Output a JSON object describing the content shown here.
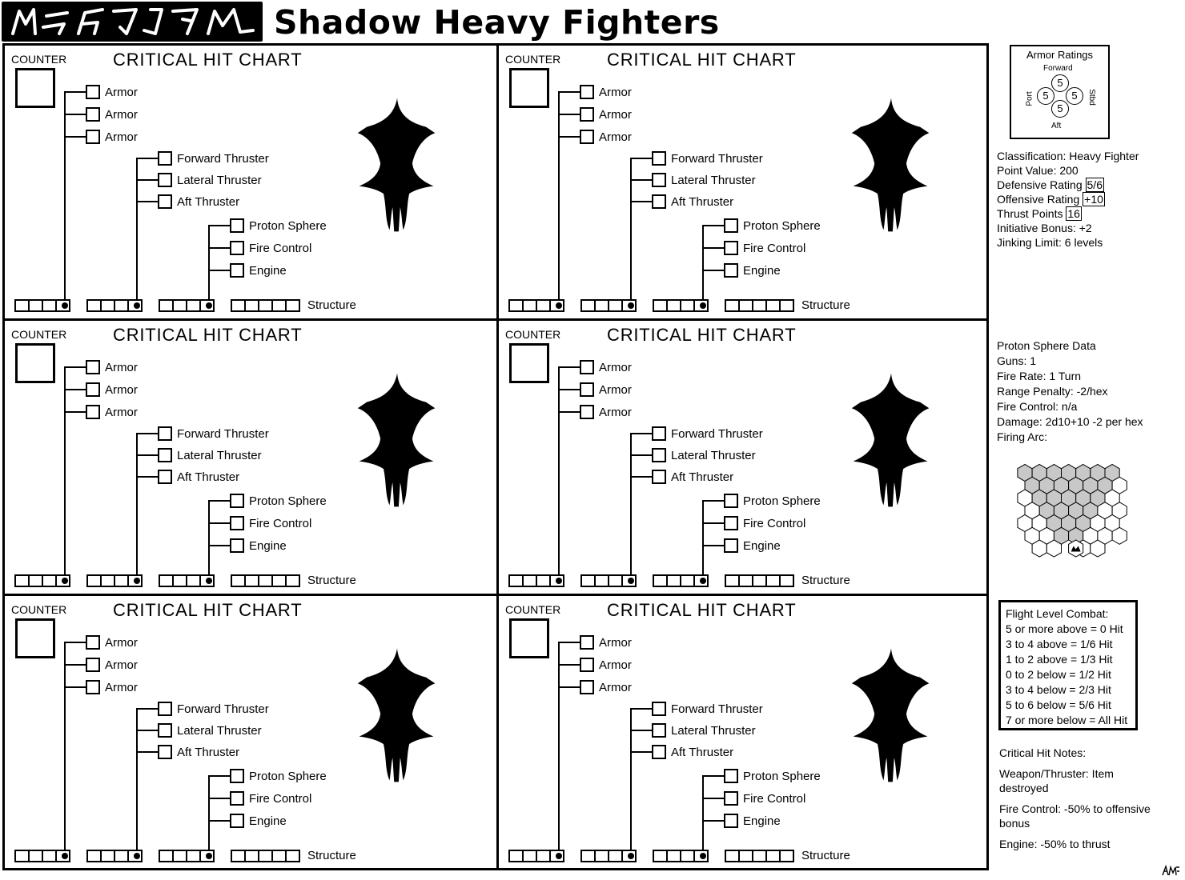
{
  "header": {
    "logo_text": "MIFFTIN",
    "title": "Shadow Heavy Fighters"
  },
  "panel": {
    "counter_label": "COUNTER",
    "title": "CRITICAL HIT CHART",
    "crit_items": [
      "Armor",
      "Armor",
      "Armor",
      "Forward Thruster",
      "Lateral Thruster",
      "Aft Thruster",
      "Proton Sphere",
      "Fire Control",
      "Engine"
    ],
    "structure_label": "Structure"
  },
  "panels": [
    {
      "id": 1
    },
    {
      "id": 2
    },
    {
      "id": 3
    },
    {
      "id": 4
    },
    {
      "id": 5
    },
    {
      "id": 6
    }
  ],
  "armor_ratings": {
    "title": "Armor Ratings",
    "forward_label": "Forward",
    "aft_label": "Aft",
    "port_label": "Port",
    "stbd_label": "Stbd",
    "forward": "5",
    "port": "5",
    "starboard": "5",
    "aft": "5"
  },
  "stats": {
    "classification": "Classification:  Heavy Fighter",
    "point_value": "Point Value: 200",
    "defensive_label": "Defensive Rating",
    "defensive_value": "5/6",
    "offensive_label": "Offensive Rating",
    "offensive_value": "+10",
    "thrust_label": "Thrust Points",
    "thrust_value": "16",
    "initiative": "Initiative Bonus: +2",
    "jinking": "Jinking Limit: 6 levels"
  },
  "proton": {
    "title": "Proton Sphere Data",
    "guns": "Guns: 1",
    "fire_rate": "Fire Rate: 1 Turn",
    "range_penalty": "Range Penalty: -2/hex",
    "fire_control": "Fire Control: n/a",
    "damage": "Damage: 2d10+10 -2 per hex",
    "firing_arc": "Firing Arc:"
  },
  "flight_level": {
    "title": "Flight Level Combat:",
    "rows": [
      "5 or more above = 0 Hit",
      "3 to 4 above = 1/6 Hit",
      "1 to 2 above = 1/3 Hit",
      "0 to 2 below = 1/2 Hit",
      "3 to 4 below = 2/3 Hit",
      "5 to 6 below = 5/6 Hit",
      "7 or more below = All Hit"
    ]
  },
  "notes": {
    "title": "Critical Hit Notes:",
    "weapon": "Weapon/Thruster: Item destroyed",
    "fire_control": "Fire Control: -50% to offensive bonus",
    "engine": "Engine: -50% to thrust"
  },
  "signature": "AMF"
}
